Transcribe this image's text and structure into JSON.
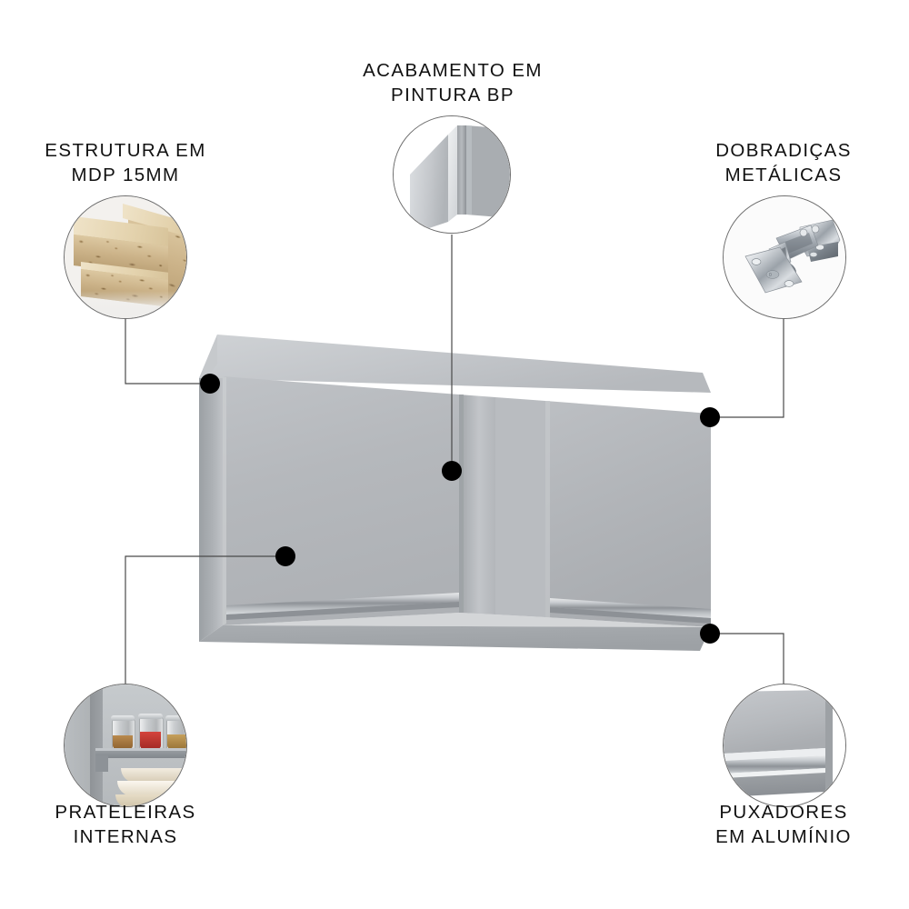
{
  "product": {
    "name": "armario-aereo-2-portas",
    "body_color": "#b4b7bb",
    "top_color": "#c3c6c9",
    "side_color": "#9fa3a7",
    "shadow_color": "#9ea2a6"
  },
  "theme": {
    "label_color": "#111111",
    "leader_color": "#4a4a4a",
    "hotspot_color": "#000000",
    "bubble_border_color": "#6d6d6d",
    "background": "#ffffff"
  },
  "callouts": [
    {
      "id": "estrutura",
      "label": "ESTRUTURA EM\nMDP 15MM",
      "icon": "particleboard-sample-icon",
      "position": "top-left"
    },
    {
      "id": "acabamento",
      "label": "ACABAMENTO EM\nPINTURA BP",
      "icon": "painted-panel-edge-icon",
      "position": "top-center"
    },
    {
      "id": "dobradicas",
      "label": "DOBRADIÇAS\nMETÁLICAS",
      "icon": "metal-hinge-icon",
      "position": "top-right"
    },
    {
      "id": "prateleiras",
      "label": "PRATELEIRAS\nINTERNAS",
      "icon": "interior-shelf-icon",
      "position": "bottom-left"
    },
    {
      "id": "puxadores",
      "label": "PUXADORES\nEM ALUMÍNIO",
      "icon": "aluminium-handle-icon",
      "position": "bottom-right"
    }
  ]
}
